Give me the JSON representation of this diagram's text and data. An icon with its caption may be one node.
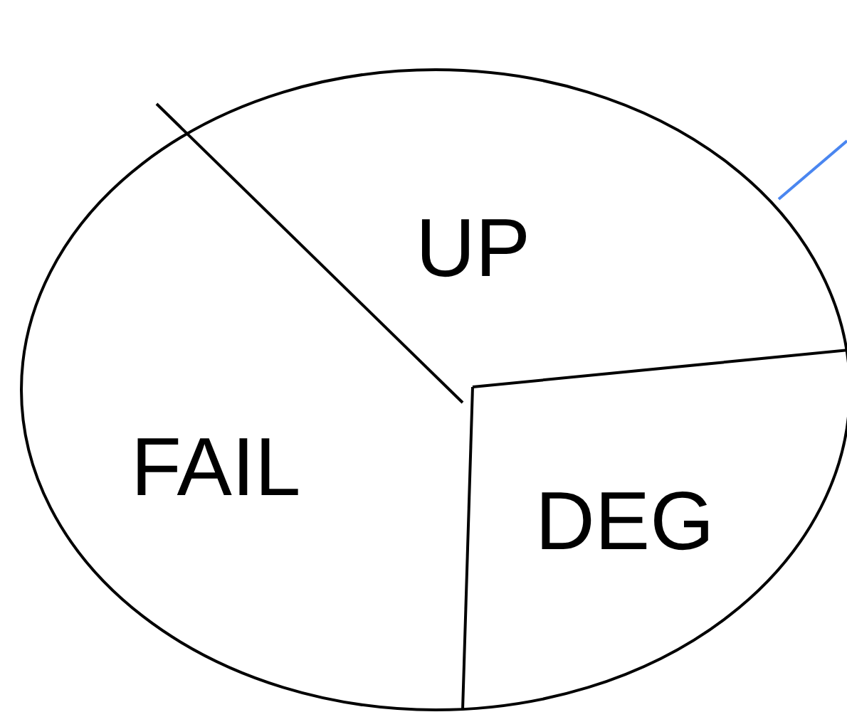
{
  "diagram": {
    "nodes": [
      {
        "text": [
          "UP"
        ]
      },
      {
        "text": [
          "FAIL"
        ]
      },
      {
        "text": [
          "DEG"
        ]
      }
    ]
  }
}
